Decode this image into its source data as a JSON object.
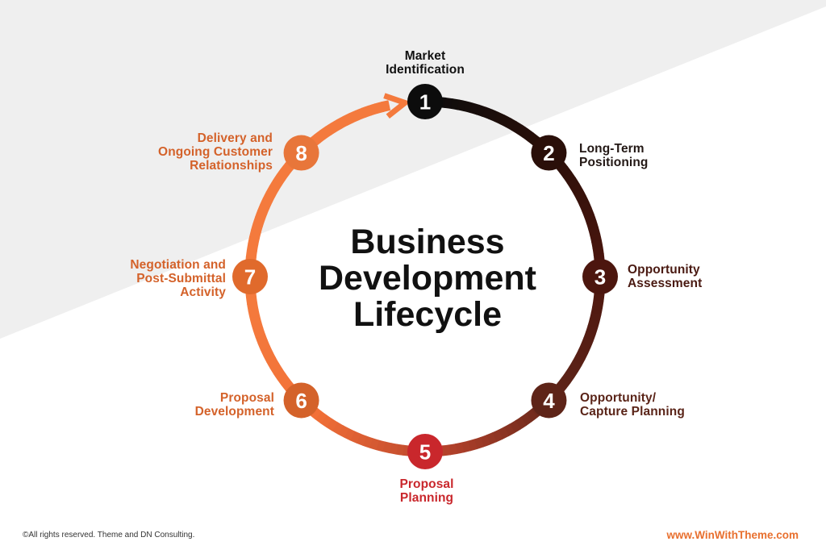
{
  "title_lines": [
    "Business",
    "Development",
    "Lifecycle"
  ],
  "stages": [
    {
      "num": "1",
      "lines": [
        "Market",
        "Identification"
      ],
      "color": "#0c0c0c",
      "label_color": "#111111"
    },
    {
      "num": "2",
      "lines": [
        "Long-Term",
        "Positioning"
      ],
      "color": "#2a0f09",
      "label_color": "#231815"
    },
    {
      "num": "3",
      "lines": [
        "Opportunity",
        "Assessment"
      ],
      "color": "#4c160e",
      "label_color": "#4a1a12"
    },
    {
      "num": "4",
      "lines": [
        "Opportunity/",
        "Capture Planning"
      ],
      "color": "#5e2418",
      "label_color": "#5a2418"
    },
    {
      "num": "5",
      "lines": [
        "Proposal",
        "Planning"
      ],
      "color": "#c9272c",
      "label_color": "#c9272c"
    },
    {
      "num": "6",
      "lines": [
        "Proposal",
        "Development"
      ],
      "color": "#d4622a",
      "label_color": "#d4622a"
    },
    {
      "num": "7",
      "lines": [
        "Negotiation and",
        "Post-Submittal",
        "Activity"
      ],
      "color": "#e06a2c",
      "label_color": "#d4622a"
    },
    {
      "num": "8",
      "lines": [
        "Delivery and",
        "Ongoing Customer",
        "Relationships"
      ],
      "color": "#e8763a",
      "label_color": "#d4622a"
    }
  ],
  "footer": {
    "copyright": "©All rights reserved. Theme and DN Consulting.",
    "website": "www.WinWithTheme.com"
  },
  "colors": {
    "background_gray": "#efefef",
    "ring_dark": "#0c0c0c",
    "ring_orange": "#f47a3d",
    "website": "#e8702f"
  }
}
